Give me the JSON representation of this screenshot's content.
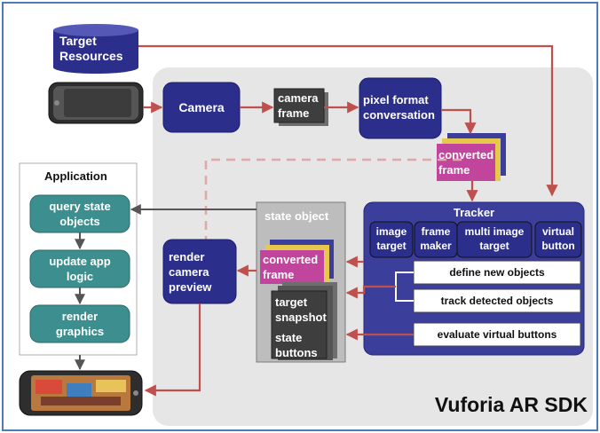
{
  "target_resources": "Target\nResources",
  "camera": "Camera",
  "camera_frame": "camera\nframe",
  "pixel_format": "pixel format\nconversation",
  "converted_frame_top": "converted\nframe",
  "application": {
    "title": "Application",
    "items": [
      "query state\nobjects",
      "update app\nlogic",
      "render\ngraphics"
    ]
  },
  "render_camera_preview": "render\ncamera\npreview",
  "state_object": {
    "title": "state object",
    "converted_frame": "converted\nframe",
    "target_snapshot": "target\nsnapshot",
    "state_buttons": "state\nbuttons"
  },
  "tracker": {
    "title": "Tracker",
    "targets": [
      "image\ntarget",
      "frame\nmaker",
      "multi image\ntarget",
      "virtual\nbutton"
    ],
    "functions": [
      "define new objects",
      "track detected objects",
      "evaluate virtual buttons"
    ]
  },
  "sdk_label": "Vuforia AR SDK",
  "colors": {
    "frame_border": "#4f79b8",
    "sdk_panel": "#e6e6e6",
    "navy": "#2c2e8c",
    "tracker": "#3c3e9c",
    "teal": "#3d8f8f",
    "magenta": "#c1459c",
    "arrow": "#c0504d",
    "dark_gray": "#3e3e3e"
  }
}
